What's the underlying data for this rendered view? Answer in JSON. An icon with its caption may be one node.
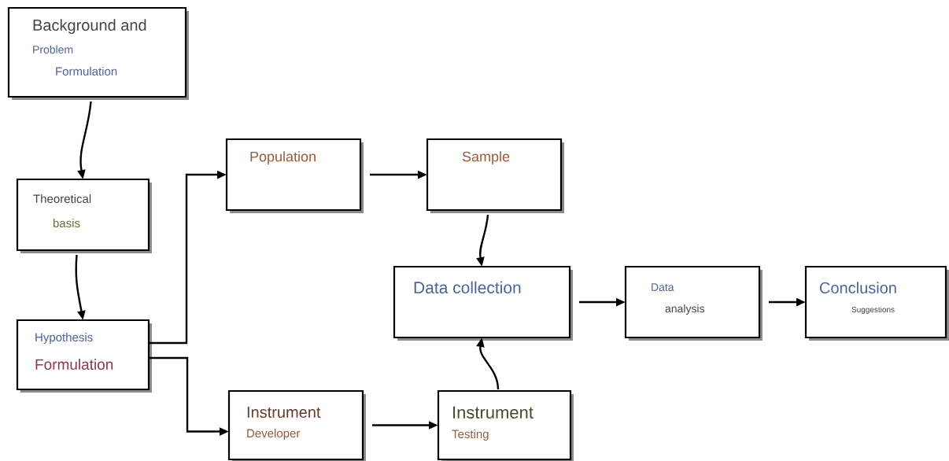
{
  "diagram": {
    "nodes": [
      {
        "text": [
          "Background and",
          "Problem",
          "Formulation"
        ]
      },
      {
        "text": [
          "Theoretical",
          "basis"
        ]
      },
      {
        "text": [
          "Hypothesis",
          "Formulation"
        ]
      },
      {
        "text": [
          "Population"
        ]
      },
      {
        "text": [
          "Sample"
        ]
      },
      {
        "text": [
          "Data collection"
        ]
      },
      {
        "text": [
          "Data",
          "analysis"
        ]
      },
      {
        "text": [
          "Conclusion",
          "Suggestions"
        ]
      },
      {
        "text": [
          "Instrument",
          "Developer"
        ]
      },
      {
        "text": [
          "Instrument",
          "Testing"
        ]
      }
    ],
    "edges": [
      {
        "from": 0,
        "to": 1,
        "arrow": "to"
      },
      {
        "from": 1,
        "to": 2,
        "arrow": "to"
      },
      {
        "from": 2,
        "to": 3,
        "arrow": "to"
      },
      {
        "from": 2,
        "to": 8,
        "arrow": "to"
      },
      {
        "from": 3,
        "to": 4,
        "arrow": "to"
      },
      {
        "from": 4,
        "to": 5,
        "arrow": "to"
      },
      {
        "from": 8,
        "to": 9,
        "arrow": "to"
      },
      {
        "from": 9,
        "to": 5,
        "arrow": "to"
      },
      {
        "from": 5,
        "to": 6,
        "arrow": "to"
      },
      {
        "from": 6,
        "to": 7,
        "arrow": "to"
      }
    ]
  }
}
